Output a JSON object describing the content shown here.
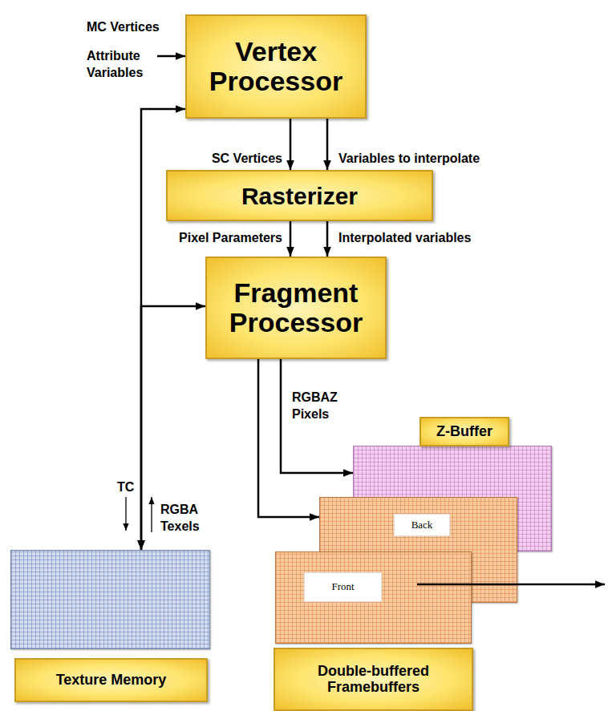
{
  "diagram": {
    "nodes": [
      {
        "text": [
          "Vertex Processor"
        ]
      },
      {
        "text": [
          "Rasterizer"
        ]
      },
      {
        "text": [
          "Fragment Processor"
        ]
      },
      {
        "text": [
          "Texture Memory"
        ]
      },
      {
        "text": [
          "Z-Buffer"
        ]
      },
      {
        "text": [
          "Back"
        ]
      },
      {
        "text": [
          "Front"
        ]
      },
      {
        "text": [
          "Double-buffered Framebuffers"
        ]
      }
    ],
    "edges": [
      {
        "from": 0,
        "to": 1,
        "label": "SC Vertices",
        "arrow": "to"
      },
      {
        "from": 0,
        "to": 1,
        "label": "Variables to interpolate",
        "arrow": "to"
      },
      {
        "from": 1,
        "to": 2,
        "label": "Pixel Parameters",
        "arrow": "to"
      },
      {
        "from": 1,
        "to": 2,
        "label": "Interpolated variables",
        "arrow": "to"
      },
      {
        "from": 2,
        "to": 4,
        "arrow": "to"
      },
      {
        "from": 2,
        "to": 5,
        "arrow": "to"
      },
      {
        "from": 3,
        "to": 0,
        "arrow": "both"
      },
      {
        "from": 3,
        "to": 2,
        "arrow": "both"
      }
    ],
    "labels": [
      "MC Vertices",
      "Attribute Variables",
      "TC",
      "RGBA Texels",
      "RGBAZ Pixels"
    ]
  }
}
